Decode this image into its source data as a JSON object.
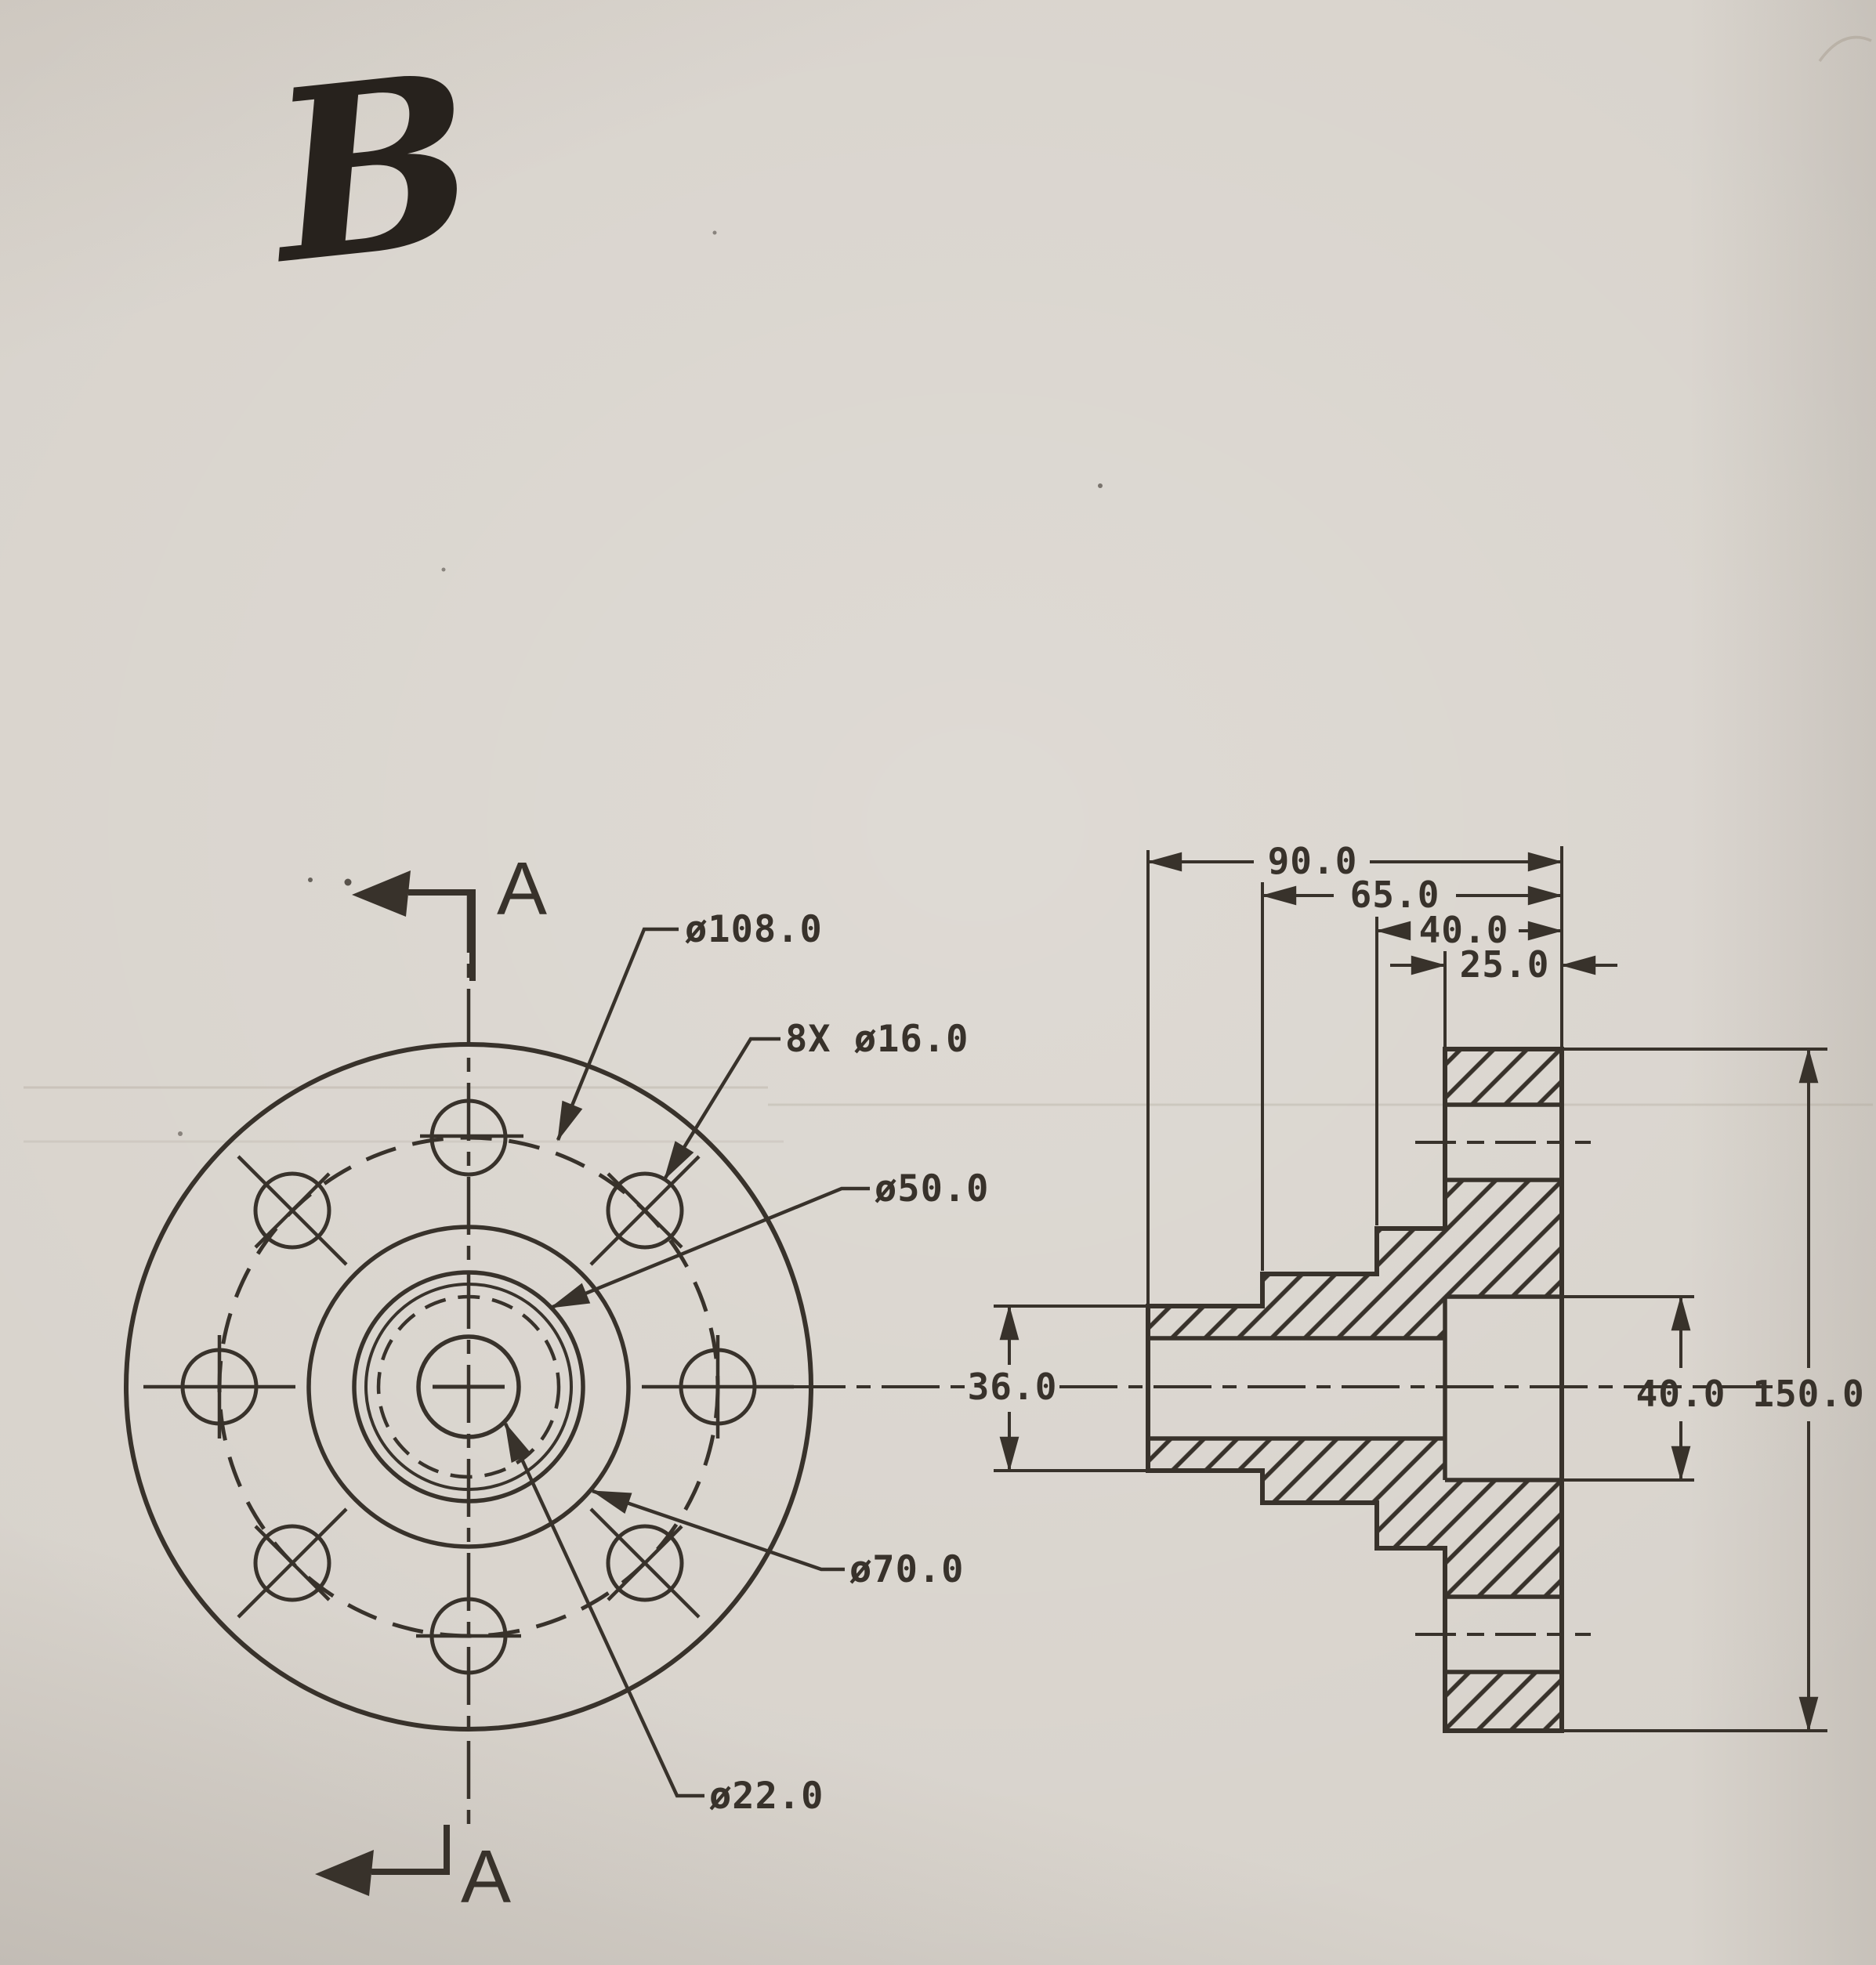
{
  "document": {
    "type": "scanned engineering drawing",
    "marker_letter": "B"
  },
  "theme": {
    "paper": "#d8d3cc",
    "ink": "#38322b",
    "faint": "#a79d90"
  },
  "front_view": {
    "section_cut": {
      "label_top": "A",
      "label_bottom": "A"
    },
    "labels": {
      "bolt_circle_dia": "ø108.0",
      "bolt_holes": "8X ø16.0",
      "spigot_dia": "ø50.0",
      "boss_dia": "ø70.0",
      "bore_dia": "ø22.0"
    }
  },
  "section_view": {
    "dims": {
      "overall_length": "90.0",
      "length_to_step_65": "65.0",
      "length_to_step_40": "40.0",
      "flange_thickness": "25.0",
      "hub_dia": "36.0",
      "counterbore_dia": "40.0",
      "flange_dia": "150.0"
    }
  }
}
